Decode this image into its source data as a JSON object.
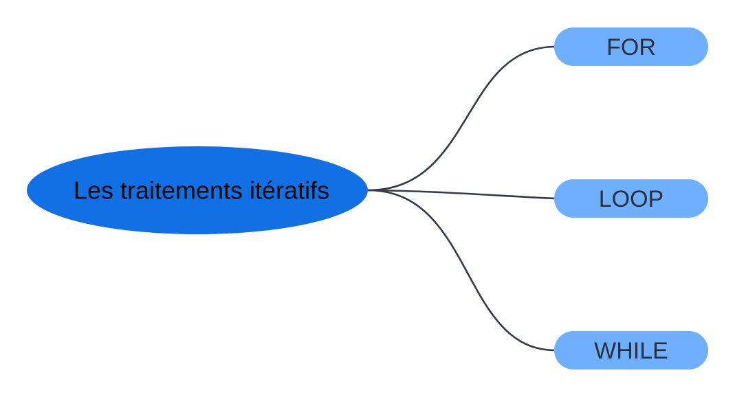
{
  "diagram": {
    "type": "mindmap",
    "root": {
      "label": "Les traitements itératifs",
      "color": "#1170e4",
      "text_color": "#0a0a0a"
    },
    "branches": [
      {
        "label": "FOR"
      },
      {
        "label": "LOOP"
      },
      {
        "label": "WHILE"
      }
    ],
    "branch_color": "#6eb0ff",
    "branch_text_color": "#2a2f3a",
    "connector_color": "#343a46"
  }
}
